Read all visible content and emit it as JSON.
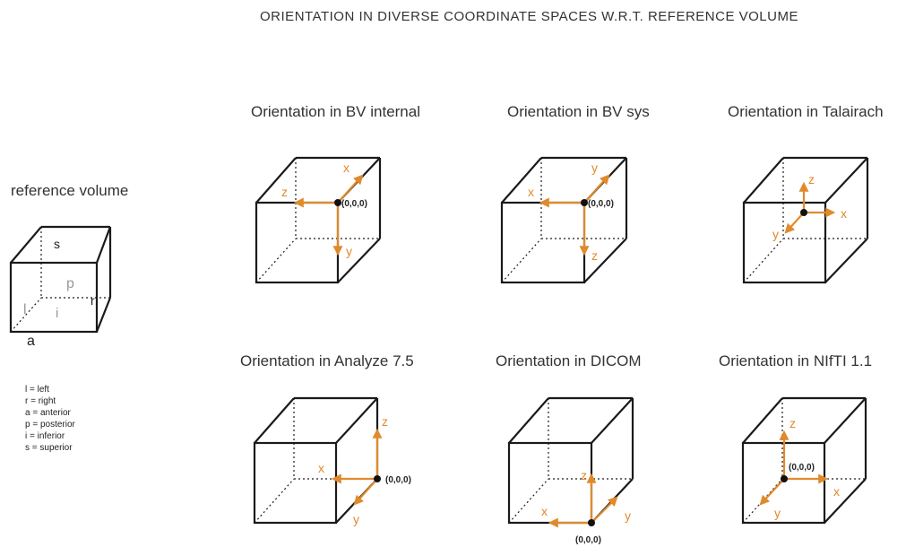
{
  "title": "ORIENTATION IN DIVERSE COORDINATE SPACES W.R.T. REFERENCE VOLUME",
  "reference": {
    "label": "reference volume",
    "faces": {
      "s": "s",
      "p": "p",
      "l": "l",
      "i": "i",
      "r": "r",
      "a": "a"
    },
    "legend": [
      "l = left",
      "r = right",
      "a = anterior",
      "p = posterior",
      "i = inferior",
      "s = superior"
    ]
  },
  "panels": [
    {
      "title": "Orientation in BV  internal",
      "origin": "(0,0,0)",
      "axes": [
        "x",
        "z",
        "y"
      ]
    },
    {
      "title": "Orientation in BV sys",
      "origin": "(0,0,0)",
      "axes": [
        "y",
        "x",
        "z"
      ]
    },
    {
      "title": "Orientation in Talairach",
      "axes": [
        "z",
        "x",
        "y"
      ]
    },
    {
      "title": "Orientation in Analyze 7.5",
      "origin": "(0,0,0)",
      "axes": [
        "z",
        "x",
        "y"
      ]
    },
    {
      "title": "Orientation in DICOM",
      "origin": "(0,0,0)",
      "axes": [
        "z",
        "x",
        "y"
      ]
    },
    {
      "title": "Orientation in NIfTI 1.1",
      "origin": "(0,0,0)",
      "axes": [
        "z",
        "x",
        "y"
      ]
    }
  ],
  "colors": {
    "arrow": "#e08a2c",
    "edge": "#1a1a1a"
  }
}
